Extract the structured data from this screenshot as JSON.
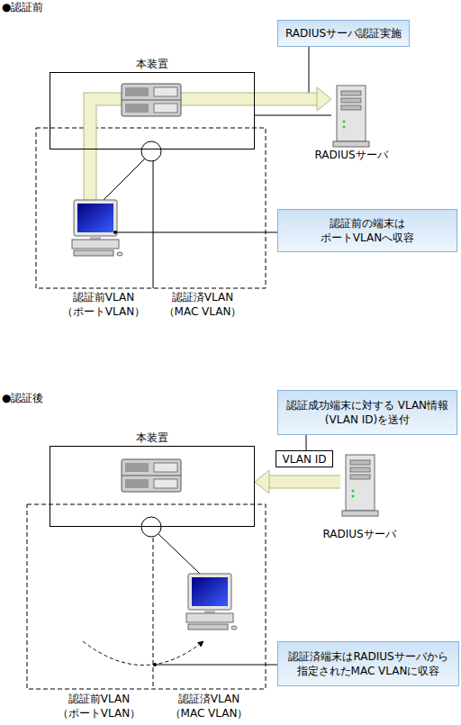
{
  "diagram": {
    "nodes": [
      {
        "text": [
          "RADIUSサーバ認証実施"
        ]
      },
      {
        "text": [
          "本装置"
        ]
      },
      {
        "text": [
          "RADIUSサーバ"
        ]
      },
      {
        "text": [
          "認証前の端末は ポートVLANへ収容"
        ]
      },
      {
        "text": [
          "認証成功端末に対する VLAN情報(VLAN ID)を送付"
        ]
      },
      {
        "text": [
          "本装置"
        ]
      },
      {
        "text": [
          "VLAN ID"
        ]
      },
      {
        "text": [
          "RADIUSサーバ"
        ]
      },
      {
        "text": [
          "認証済端末はRADIUSサーバから指定されたMAC VLANに収容"
        ]
      }
    ],
    "edges": [
      {
        "from": 1,
        "to": 2,
        "arrow": "to"
      },
      {
        "from": 1,
        "to": 2,
        "arrow": "none"
      },
      {
        "from": 4,
        "to": 6,
        "arrow": "none"
      },
      {
        "from": 7,
        "to": 5,
        "arrow": "to"
      }
    ],
    "labels": [
      "●認証前",
      "認証前VLAN （ポートVLAN）",
      "認証済VLAN （MAC VLAN）",
      "●認証後",
      "認証前VLAN （ポートVLAN）",
      "認証済VLAN （MAC VLAN）"
    ]
  }
}
